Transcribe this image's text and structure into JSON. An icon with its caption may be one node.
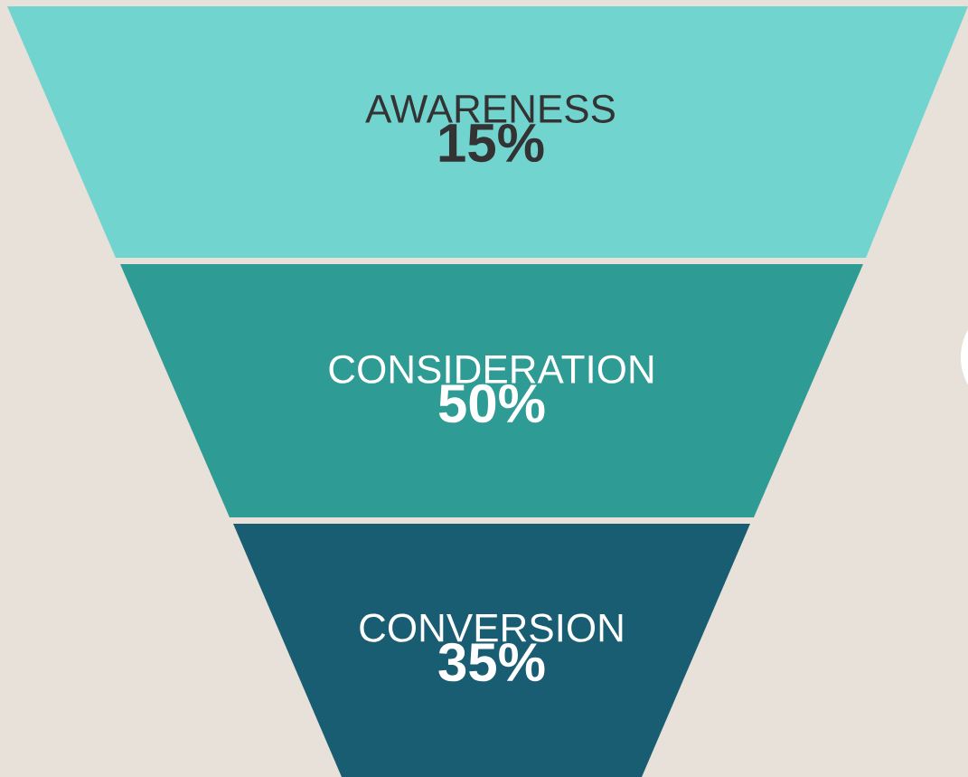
{
  "diagram": {
    "nodes": [
      {
        "text": [
          "AWARENESS",
          "15%"
        ]
      },
      {
        "text": [
          "CONSIDERATION",
          "50%"
        ]
      },
      {
        "text": [
          "CONVERSION",
          "35%"
        ]
      }
    ]
  }
}
